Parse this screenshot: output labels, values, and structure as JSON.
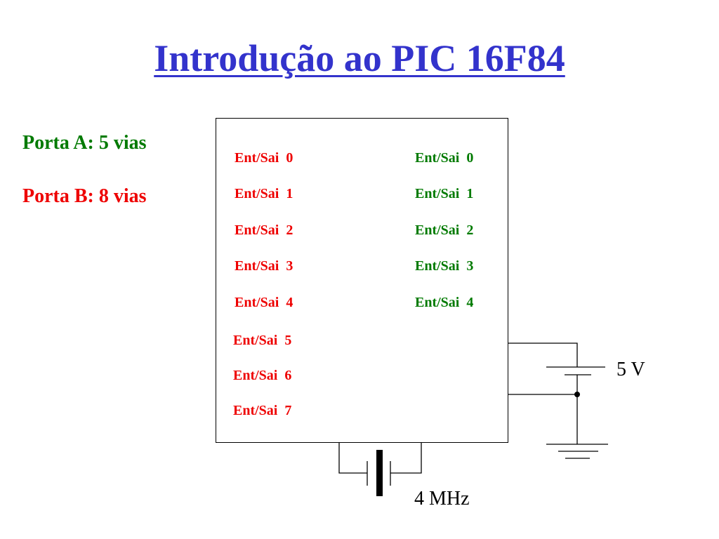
{
  "title": "Introdução ao PIC 16F84",
  "ports": {
    "a_label": "Porta A: 5 vias",
    "b_label": "Porta B: 8 vias"
  },
  "chip": {
    "port_b_pins": [
      "Ent/Sai  0",
      "Ent/Sai  1",
      "Ent/Sai  2",
      "Ent/Sai  3",
      "Ent/Sai  4",
      "Ent/Sai  5",
      "Ent/Sai  6",
      "Ent/Sai  7"
    ],
    "port_a_pins": [
      "Ent/Sai  0",
      "Ent/Sai  1",
      "Ent/Sai  2",
      "Ent/Sai  3",
      "Ent/Sai  4"
    ]
  },
  "circuit": {
    "supply_label": "5 V",
    "crystal_label": "4 MHz"
  },
  "colors": {
    "title": "#3333cc",
    "port_a": "#007a00",
    "port_b": "#ee0000",
    "wire": "#000000"
  }
}
